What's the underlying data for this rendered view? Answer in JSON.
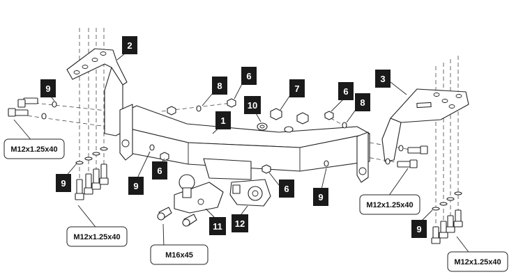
{
  "parts": {
    "p1": "1",
    "p2": "2",
    "p3": "3",
    "p6a": "6",
    "p6b": "6",
    "p6c": "6",
    "p6d": "6",
    "p7": "7",
    "p8a": "8",
    "p8b": "8",
    "p9a": "9",
    "p9b": "9",
    "p9c": "9",
    "p9d": "9",
    "p9e": "9",
    "p10": "10",
    "p11": "11",
    "p12": "12"
  },
  "callouts": {
    "bolt_left_upper": "M12x1.25x40",
    "bolt_left_lower": "M12x1.25x40",
    "bolt_right_upper": "M12x1.25x40",
    "bolt_right_lower": "M12x1.25x40",
    "ball_bolt": "M16x45"
  },
  "colors": {
    "tag_fill": "#1a1a1a",
    "tag_text": "#ffffff",
    "line": "#222222"
  }
}
